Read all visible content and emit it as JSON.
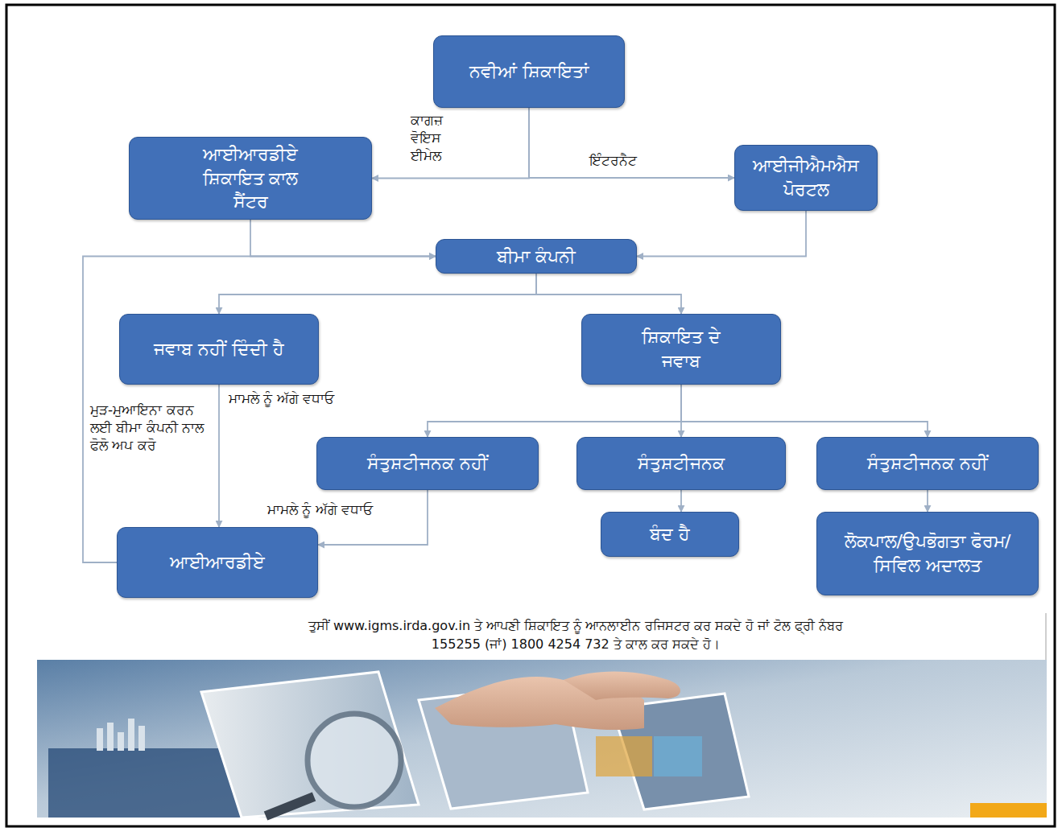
{
  "diagram": {
    "nodes": [
      {
        "text": [
          "ਨਵੀਆਂ ਸ਼ਿਕਾਇਤਾਂ"
        ]
      },
      {
        "text": [
          "ਆਈਆਰਡੀਏ ਸ਼ਿਕਾਇਤ ਕਾਲ ਸੈਂਟਰ"
        ]
      },
      {
        "text": [
          "ਆਈਜੀਐਮਐਸ ਪੋਰਟਲ"
        ]
      },
      {
        "text": [
          "ਬੀਮਾ ਕੰਪਨੀ"
        ]
      },
      {
        "text": [
          "ਜਵਾਬ ਨਹੀਂ ਦਿੰਦੀ ਹੈ"
        ]
      },
      {
        "text": [
          "ਸ਼ਿਕਾਇਤ ਦੇ ਜਵਾਬ"
        ]
      },
      {
        "text": [
          "ਸੰਤੁਸ਼ਟੀਜਨਕ ਨਹੀਂ"
        ]
      },
      {
        "text": [
          "ਸੰਤੁਸ਼ਟੀਜਨਕ"
        ]
      },
      {
        "text": [
          "ਸੰਤੁਸ਼ਟੀਜਨਕ ਨਹੀਂ"
        ]
      },
      {
        "text": [
          "ਬੰਦ ਹੈ"
        ]
      },
      {
        "text": [
          "ਲੋਕਪਾਲ/ਉਪਭੋਗਤਾ ਫੋਰਮ/ਸਿਵਿਲ ਅਦਾਲਤ"
        ]
      },
      {
        "text": [
          "ਆਈਆਰਡੀਏ"
        ]
      }
    ],
    "edges": [
      {
        "from": 0,
        "to": 1,
        "label": "ਕਾਗਜ਼ ਵੋਇਸ ਈਮੇਲ",
        "arrow": "to"
      },
      {
        "from": 0,
        "to": 2,
        "label": "ਇੰਟਰਨੈਟ",
        "arrow": "to"
      },
      {
        "from": 1,
        "to": 3,
        "arrow": "to"
      },
      {
        "from": 2,
        "to": 3,
        "arrow": "to"
      },
      {
        "from": 3,
        "to": 4,
        "arrow": "to"
      },
      {
        "from": 3,
        "to": 5,
        "arrow": "to"
      },
      {
        "from": 4,
        "to": 11,
        "label": "ਮਾਮਲੇ ਨੂੰ ਅੱਗੇ ਵਧਾਓ",
        "arrow": "to"
      },
      {
        "from": 11,
        "to": 3,
        "label": "ਮੁੜ-ਮੁਆਇਨਾ ਕਰਨ ਲਈ ਬੀਮਾ ਕੰਪਨੀ ਨਾਲ ਫੋਲੋ ਅਪ ਕਰੋ",
        "arrow": "to"
      },
      {
        "from": 5,
        "to": 6,
        "arrow": "to"
      },
      {
        "from": 5,
        "to": 7,
        "arrow": "to"
      },
      {
        "from": 5,
        "to": 8,
        "arrow": "to"
      },
      {
        "from": 6,
        "to": 11,
        "label": "ਮਾਮਲੇ ਨੂੰ ਅੱਗੇ ਵਧਾਓ",
        "arrow": "to"
      },
      {
        "from": 7,
        "to": 9,
        "arrow": "to"
      },
      {
        "from": 8,
        "to": 10,
        "arrow": "to"
      }
    ],
    "labels": [
      "ਤੁਸੀਂ www.igms.irda.gov.in ਤੇ ਆਪਣੀ ਸ਼ਿਕਾਇਤ ਨੂੰ ਆਨਲਾਈਨ ਰਜਿਸਟਰ ਕਰ ਸਕਦੇ ਹੋ ਜਾਂ ਟੋਲ ਫ੍ਰੀ ਨੰਬਰ 155255 (ਜਾਂ) 1800 4254 732 ਤੇ ਕਾਲ ਕਰ ਸਕਦੇ ਹੋ।"
    ]
  }
}
